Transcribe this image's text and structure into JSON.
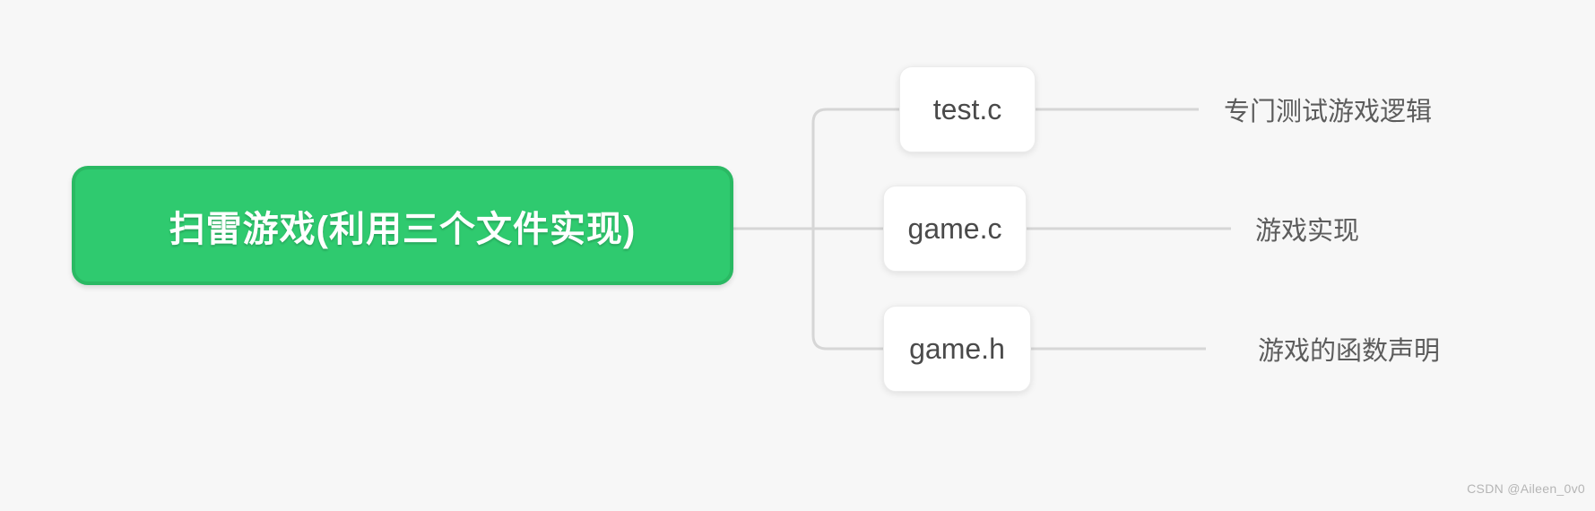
{
  "page": {
    "background_color": "#f7f7f7"
  },
  "mindmap": {
    "root": {
      "label": "扫雷游戏(利用三个文件实现)",
      "fill_color": "#2fca6f",
      "border_color": "#2ab963",
      "text_color": "#ffffff"
    },
    "children": [
      {
        "file": "test.c",
        "desc": "专门测试游戏逻辑"
      },
      {
        "file": "game.c",
        "desc": "游戏实现"
      },
      {
        "file": "game.h",
        "desc": "游戏的函数声明"
      }
    ],
    "node_fill_color": "#ffffff",
    "node_text_color": "#4a4a4a",
    "desc_text_color": "#5c5c5c",
    "connector_color": "#d6d6d6"
  },
  "watermark": {
    "text": "CSDN @Aileen_0v0",
    "color": "#b5b5b5"
  }
}
